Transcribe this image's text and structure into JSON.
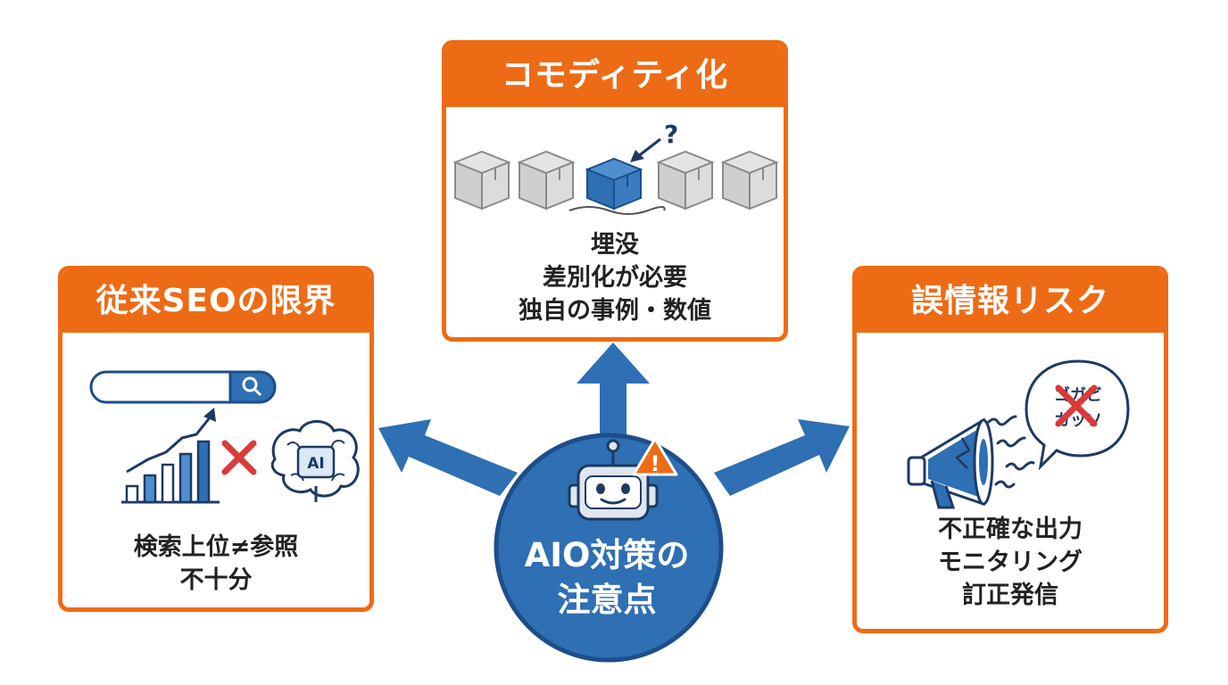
{
  "center": {
    "lines": [
      "AIO対策の",
      "注意点"
    ]
  },
  "cards": {
    "top": {
      "title": "コモディティ化",
      "lines": [
        "埋没",
        "差別化が必要",
        "独自の事例・数値"
      ]
    },
    "left": {
      "title": "従来SEOの限界",
      "lines": [
        "検索上位≠参照",
        "不十分"
      ],
      "ai_label": "AI"
    },
    "right": {
      "title": "誤情報リスク",
      "lines": [
        "不正確な出力",
        "モニタリング",
        "訂正発信"
      ],
      "bubble_text": [
        "ゴガビ",
        "カッソ"
      ]
    }
  },
  "icons": {
    "question_mark": "?",
    "warning": "!"
  },
  "colors": {
    "orange": "#ee6b16",
    "blue": "#2f6fb3",
    "dark_blue": "#1d4e8a",
    "red": "#d93a3a",
    "gray_box": "#d6d6d6"
  }
}
